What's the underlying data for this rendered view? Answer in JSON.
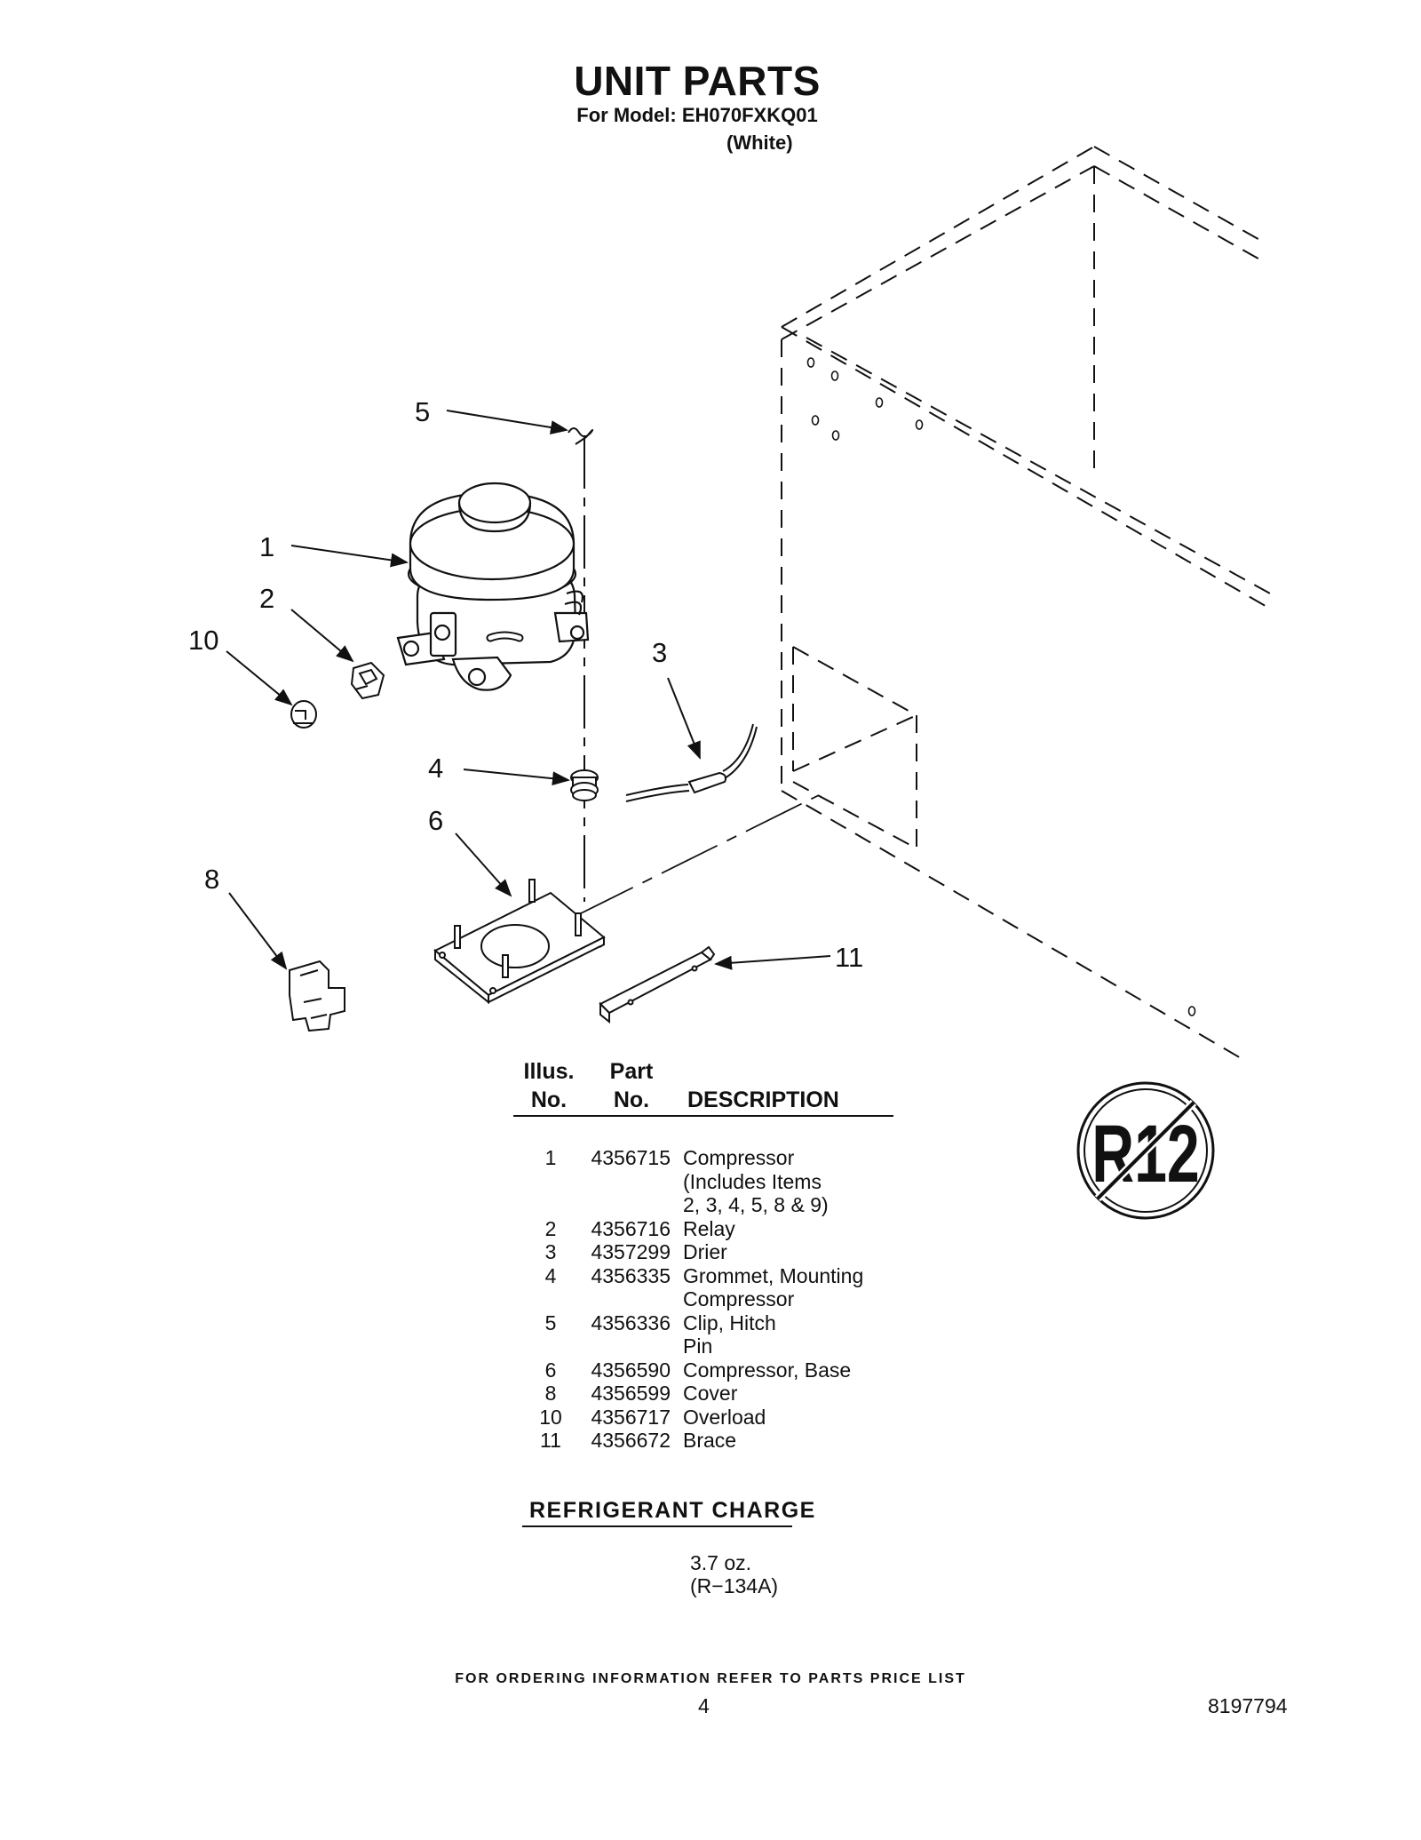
{
  "header": {
    "title": "UNIT PARTS",
    "model_line": "For Model: EH070FXKQ01",
    "variant": "(White)"
  },
  "diagram": {
    "callouts": [
      "5",
      "1",
      "2",
      "10",
      "3",
      "4",
      "6",
      "8",
      "11"
    ],
    "r12_badge": "R12"
  },
  "parts_table": {
    "headers": {
      "illus_line1": "Illus.",
      "illus_line2": "No.",
      "part_line1": "Part",
      "part_line2": "No.",
      "description": "DESCRIPTION"
    },
    "rows": [
      {
        "illus": "1",
        "part": "4356715",
        "description": "Compressor\n(Includes Items\n2, 3, 4, 5, 8 & 9)"
      },
      {
        "illus": "2",
        "part": "4356716",
        "description": "Relay"
      },
      {
        "illus": "3",
        "part": "4357299",
        "description": "Drier"
      },
      {
        "illus": "4",
        "part": "4356335",
        "description": "Grommet, Mounting\nCompressor"
      },
      {
        "illus": "5",
        "part": "4356336",
        "description": "Clip, Hitch\nPin"
      },
      {
        "illus": "6",
        "part": "4356590",
        "description": "Compressor, Base"
      },
      {
        "illus": "8",
        "part": "4356599",
        "description": "Cover"
      },
      {
        "illus": "10",
        "part": "4356717",
        "description": "Overload"
      },
      {
        "illus": "11",
        "part": "4356672",
        "description": "Brace"
      }
    ]
  },
  "refrigerant": {
    "title": "REFRIGERANT CHARGE",
    "amount": "3.7 oz.",
    "type": "(R−134A)"
  },
  "footer": {
    "note": "FOR ORDERING INFORMATION REFER TO PARTS PRICE LIST",
    "page_number": "4",
    "doc_number": "8197794"
  }
}
